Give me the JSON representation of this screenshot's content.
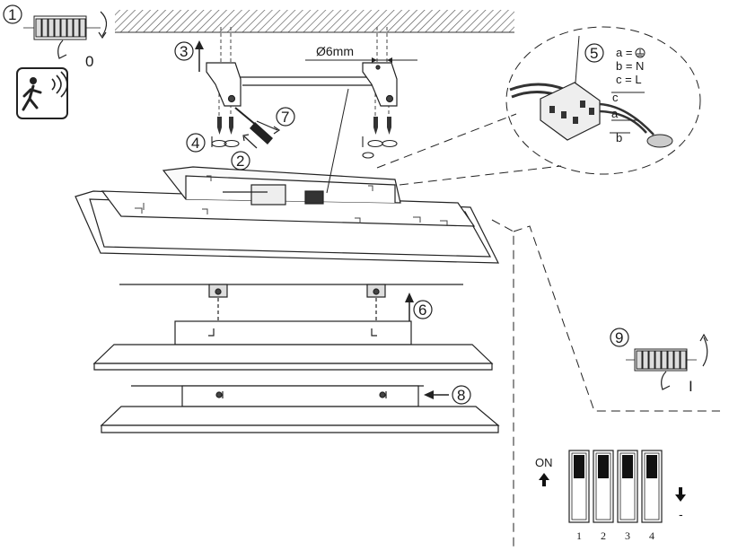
{
  "steps": {
    "s1": "1",
    "s2": "2",
    "s3": "3",
    "s4": "4",
    "s5": "5",
    "s6": "6",
    "s7": "7",
    "s8": "8",
    "s9": "9"
  },
  "switch_initial_label": "0",
  "switch_final_label": "I",
  "drill_diameter": "Ø6mm",
  "wiring": {
    "legend_a": "a =",
    "legend_b": "b = N",
    "legend_c": "c = L",
    "wire_c": "c",
    "wire_a": "a",
    "wire_b": "b"
  },
  "dip": {
    "on_label": "ON",
    "off_label": "-",
    "switch_numbers": [
      "1",
      "2",
      "3",
      "4"
    ],
    "switch_on": [
      true,
      true,
      true,
      true
    ]
  }
}
